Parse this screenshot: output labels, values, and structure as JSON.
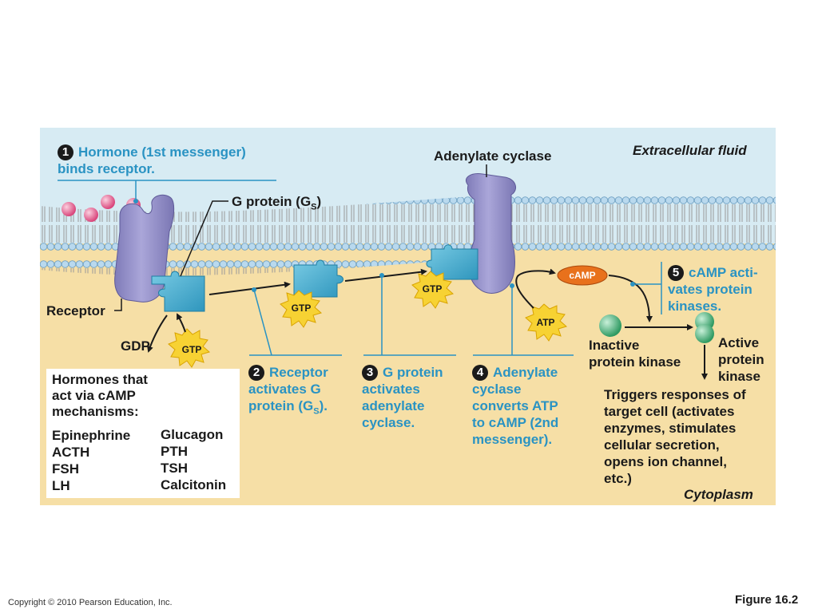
{
  "colors": {
    "extracellular": "#d7ebf3",
    "cytoplasm": "#f6dfa6",
    "step_text": "#2a93c3",
    "protein_purple": "#9b97cc",
    "g_protein_teal": "#4fb3d3",
    "hormone_pink": "#e9739e",
    "kinase_green": "#52b788",
    "camp_orange": "#e8711c",
    "gtp_yellow": "#f7d233"
  },
  "labels": {
    "extracellular_fluid": "Extracellular fluid",
    "cytoplasm": "Cytoplasm",
    "adenylate_cyclase": "Adenylate cyclase",
    "g_protein": "G protein (G",
    "g_protein_sub": "S",
    "g_protein_close": ")",
    "receptor": "Receptor",
    "gdp": "GDP",
    "gtp": "GTP",
    "atp": "ATP",
    "camp": "cAMP",
    "inactive_kinase_line1": "Inactive",
    "inactive_kinase_line2": "protein kinase",
    "active_kinase_line1": "Active",
    "active_kinase_line2": "protein",
    "active_kinase_line3": "kinase"
  },
  "steps": [
    {
      "num": "1",
      "line1": "Hormone (1st messenger)",
      "line2": "binds receptor."
    },
    {
      "num": "2",
      "line1": "Receptor",
      "line2": "activates G",
      "line3": "protein (G",
      "sub": "S",
      "line3_end": ")."
    },
    {
      "num": "3",
      "line1": "G protein",
      "line2": "activates",
      "line3": "adenylate",
      "line4": "cyclase."
    },
    {
      "num": "4",
      "line1": "Adenylate",
      "line2": "cyclase",
      "line3": "converts ATP",
      "line4": "to cAMP (2nd",
      "line5": "messenger)."
    },
    {
      "num": "5",
      "line1": "cAMP acti-",
      "line2": "vates protein",
      "line3": "kinases."
    }
  ],
  "response": {
    "line1": "Triggers responses of",
    "line2": "target cell (activates",
    "line3": "enzymes, stimulates",
    "line4": "cellular secretion,",
    "line5": "opens ion channel,",
    "line6": "etc.)"
  },
  "hormone_box": {
    "title_line1": "Hormones that",
    "title_line2": "act via cAMP",
    "title_line3": "mechanisms:",
    "col1": [
      "Epinephrine",
      "ACTH",
      "FSH",
      "LH"
    ],
    "col2": [
      "Glucagon",
      "PTH",
      "TSH",
      "Calcitonin"
    ]
  },
  "footer": {
    "copyright": "Copyright © 2010 Pearson Education, Inc.",
    "figure": "Figure 16.2"
  }
}
